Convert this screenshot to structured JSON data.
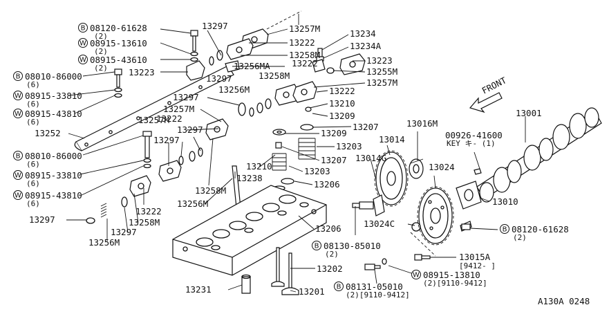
{
  "diagram_code": "A130A 0248",
  "front_label": "FRONT",
  "labels": {
    "p13297_top": "13297",
    "p13257M_top": "13257M",
    "p13222_top": "13222",
    "p13258M_top": "13258M",
    "p13256MA": "13256MA",
    "p13234": "13234",
    "p13234A": "13234A",
    "p13223_right": "13223",
    "p13255M": "13255M",
    "p13257M_right": "13257M",
    "p13222_mid": "13222",
    "p13258M_mid": "13258M",
    "p13297_mid": "13297",
    "p13256M_mid": "13256M",
    "p13222_r2": "13222",
    "p13210_r": "13210",
    "p13209_r": "13209",
    "p13207_r": "13207",
    "p13209_r2": "13209",
    "p13203_r": "13203",
    "p13207_c": "13207",
    "p13203_c": "13203",
    "p13206_c": "13206",
    "p13210_c": "13210",
    "p13223_left": "13223",
    "p13297_l": "13297",
    "p13257M_l": "13257M",
    "p13222_l": "13222",
    "p13297_l2": "13297",
    "p13252": "13252",
    "p13257M_l2": "13257M",
    "p13297_l3": "13297",
    "p13258M_l": "13258M",
    "p13238": "13238",
    "p13256M_l": "13256M",
    "p13222_l2": "13222",
    "p13258M_l2": "13258M",
    "p13297_bl": "13297",
    "p13297_bl2": "13297",
    "p13256M_bl": "13256M",
    "p13206_b": "13206",
    "p13202": "13202",
    "p13201": "13201",
    "p13231": "13231",
    "p13014": "13014",
    "p13014G": "13014G",
    "p13016M": "13016M",
    "p13024": "13024",
    "p13024C": "13024C",
    "p13001": "13001",
    "p13010": "13010",
    "p13015A": "13015A",
    "p13015A_note": "[9412-     ]",
    "key_part": "00926-41600",
    "key_label": "KEY キ-    (1)"
  },
  "prefixed": [
    {
      "id": "pf1",
      "prefix": "B",
      "number": "08120-61628",
      "qty": "(2)"
    },
    {
      "id": "pf2",
      "prefix": "W",
      "number": "08915-13610",
      "qty": "(2)"
    },
    {
      "id": "pf3",
      "prefix": "W",
      "number": "08915-43610",
      "qty": "(2)"
    },
    {
      "id": "pf4",
      "prefix": "B",
      "number": "08010-86000",
      "qty": "(6)"
    },
    {
      "id": "pf5",
      "prefix": "W",
      "number": "08915-33810",
      "qty": "(6)"
    },
    {
      "id": "pf6",
      "prefix": "W",
      "number": "08915-43810",
      "qty": "(6)"
    },
    {
      "id": "pf7",
      "prefix": "B",
      "number": "08010-86000",
      "qty": "(6)"
    },
    {
      "id": "pf8",
      "prefix": "W",
      "number": "08915-33810",
      "qty": "(6)"
    },
    {
      "id": "pf9",
      "prefix": "W",
      "number": "08915-43810",
      "qty": "(6)"
    },
    {
      "id": "pf10",
      "prefix": "B",
      "number": "08130-85010",
      "qty": "(2)"
    },
    {
      "id": "pf11",
      "prefix": "B",
      "number": "08120-61628",
      "qty": "(2)"
    },
    {
      "id": "pf12",
      "prefix": "W",
      "number": "08915-13810",
      "qty": "(2)[9110-9412]"
    },
    {
      "id": "pf13",
      "prefix": "B",
      "number": "08131-05010",
      "qty": "(2)[9110-9412]"
    }
  ]
}
